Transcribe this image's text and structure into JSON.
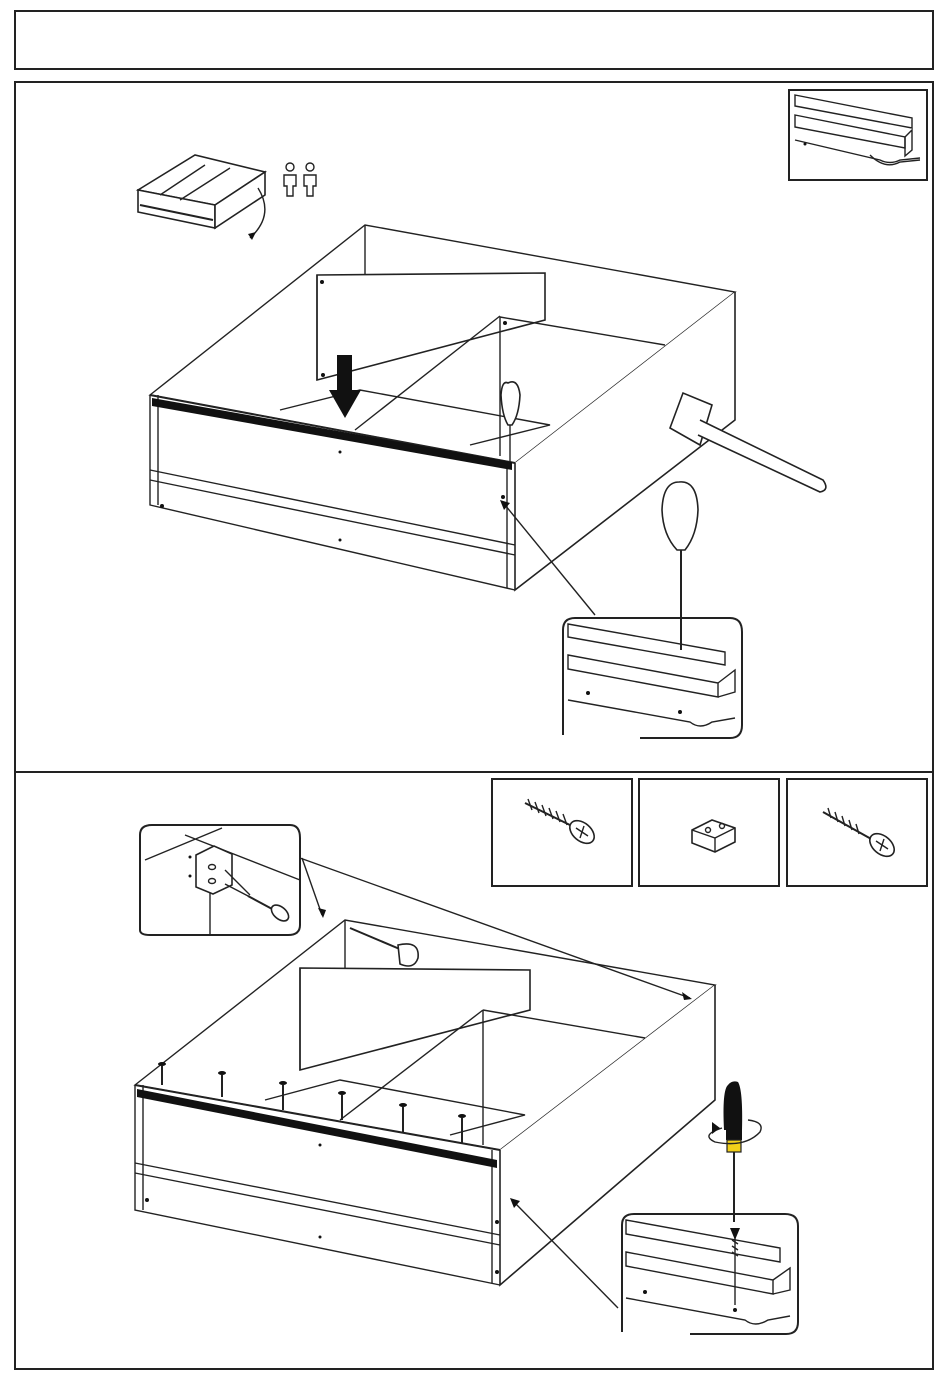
{
  "header": {
    "title": ""
  },
  "steps": [
    {
      "id": "step-1",
      "instruction_icons": [
        "two-person-icon",
        "flip-drawer-icon",
        "hammer-icon",
        "awl-icon",
        "push-down-arrow-icon"
      ],
      "callouts": [
        "rail-groove-detail",
        "rail-awl-detail"
      ]
    },
    {
      "id": "step-2",
      "parts": [
        {
          "name": "long-screw",
          "icon": "screw-icon"
        },
        {
          "name": "connector-block",
          "icon": "connector-block-icon"
        },
        {
          "name": "short-screw",
          "icon": "screw-icon"
        }
      ],
      "instruction_icons": [
        "screwdriver-icon",
        "rotate-arrow-icon"
      ],
      "callouts": [
        "block-screw-detail",
        "rail-screw-detail"
      ]
    }
  ],
  "colors": {
    "line": "#222222",
    "screwdriver_band": "#f2d01a",
    "background": "#ffffff"
  }
}
